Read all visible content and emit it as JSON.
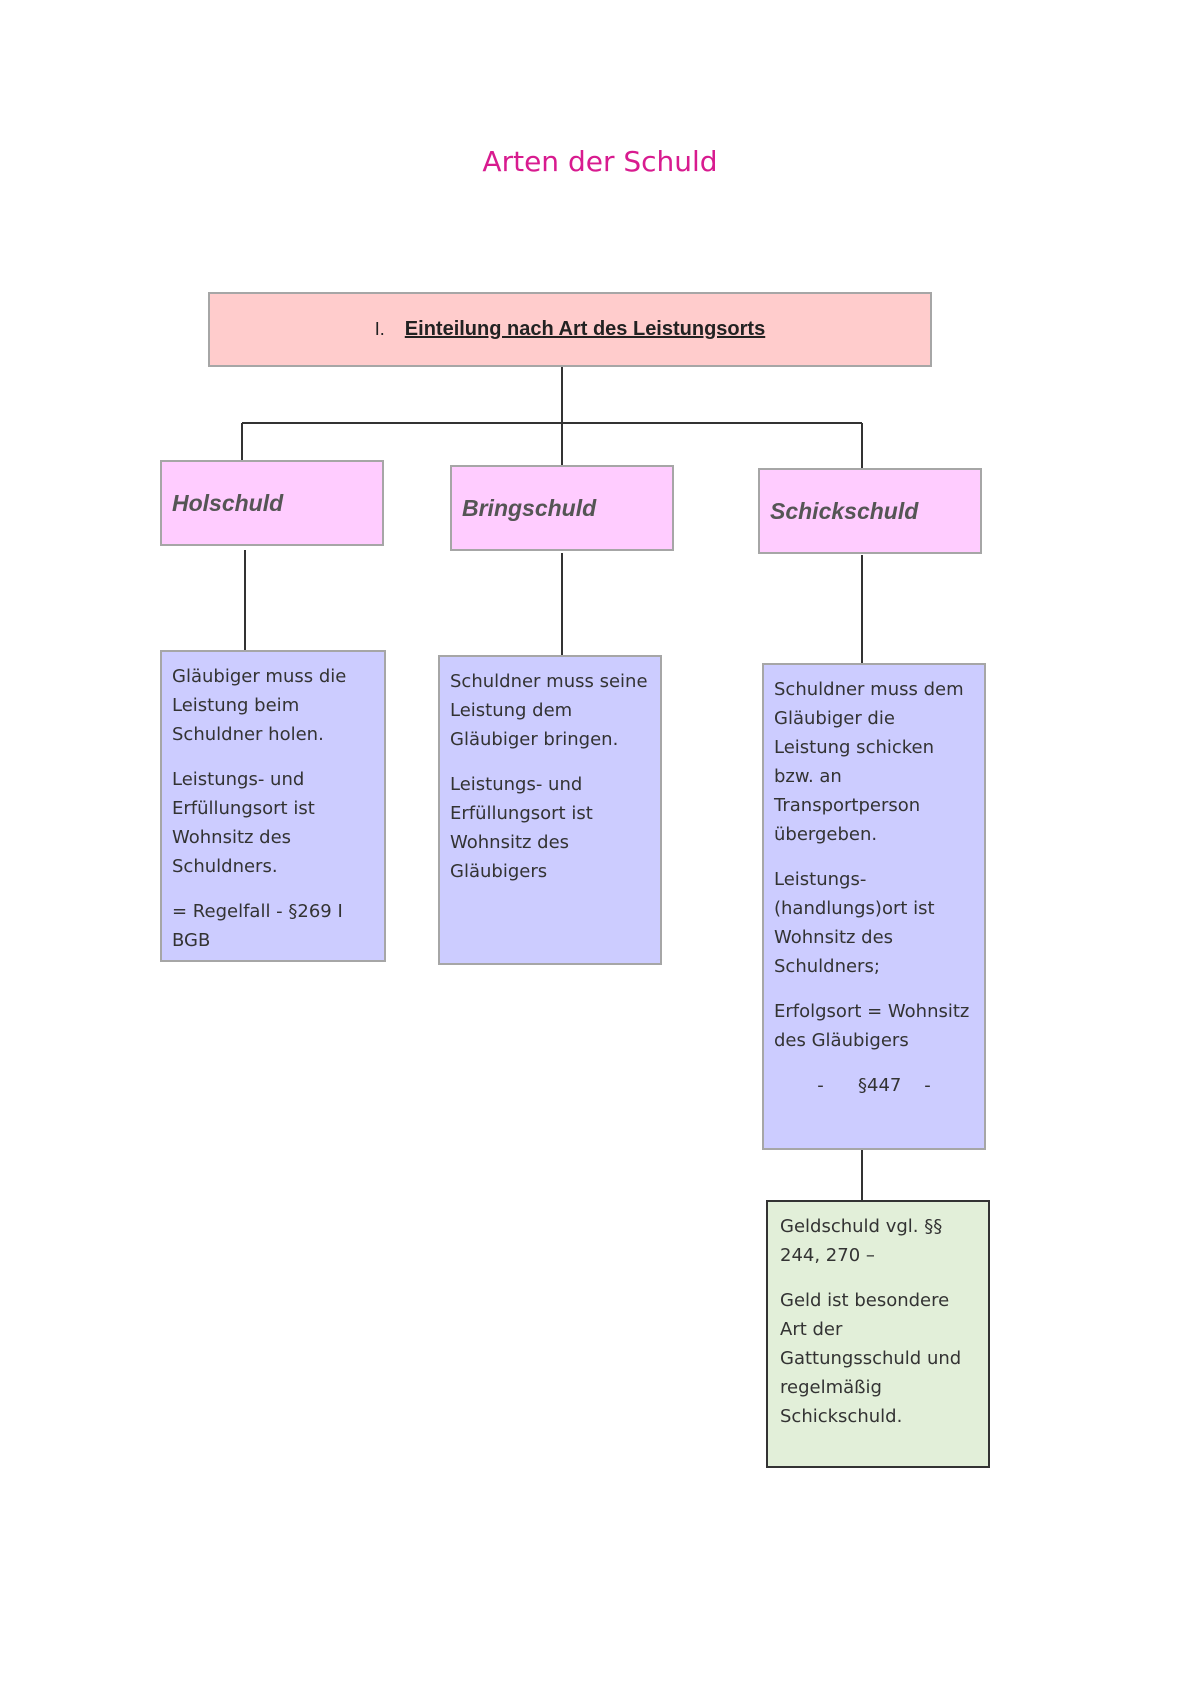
{
  "title": "Arten der Schuld",
  "header": {
    "number": "I.",
    "label": "Einteilung nach Art des Leistungsorts"
  },
  "types": [
    {
      "label": "Holschuld",
      "paragraphs": [
        "Gläubiger muss die Leistung beim Schuldner holen.",
        "Leistungs- und Erfüllungsort ist Wohnsitz des Schuldners.",
        "= Regelfall - §269 I BGB"
      ]
    },
    {
      "label": "Bringschuld",
      "paragraphs": [
        "Schuldner muss seine Leistung dem Gläubiger bringen.",
        "Leistungs- und Erfüllungsort ist Wohnsitz des Gläubigers"
      ]
    },
    {
      "label": "Schickschuld",
      "paragraphs": [
        "Schuldner muss dem Gläubiger die Leistung schicken bzw. an Transportperson übergeben.",
        "Leistungs- (handlungs)ort ist Wohnsitz des Schuldners;",
        "Erfolgsort = Wohnsitz des Gläubigers",
        "-      §447    -"
      ]
    }
  ],
  "extra": {
    "paragraphs": [
      "Geldschuld vgl. §§ 244, 270 –",
      "Geld ist besondere Art der Gattungsschuld und regelmäßig Schickschuld."
    ]
  }
}
